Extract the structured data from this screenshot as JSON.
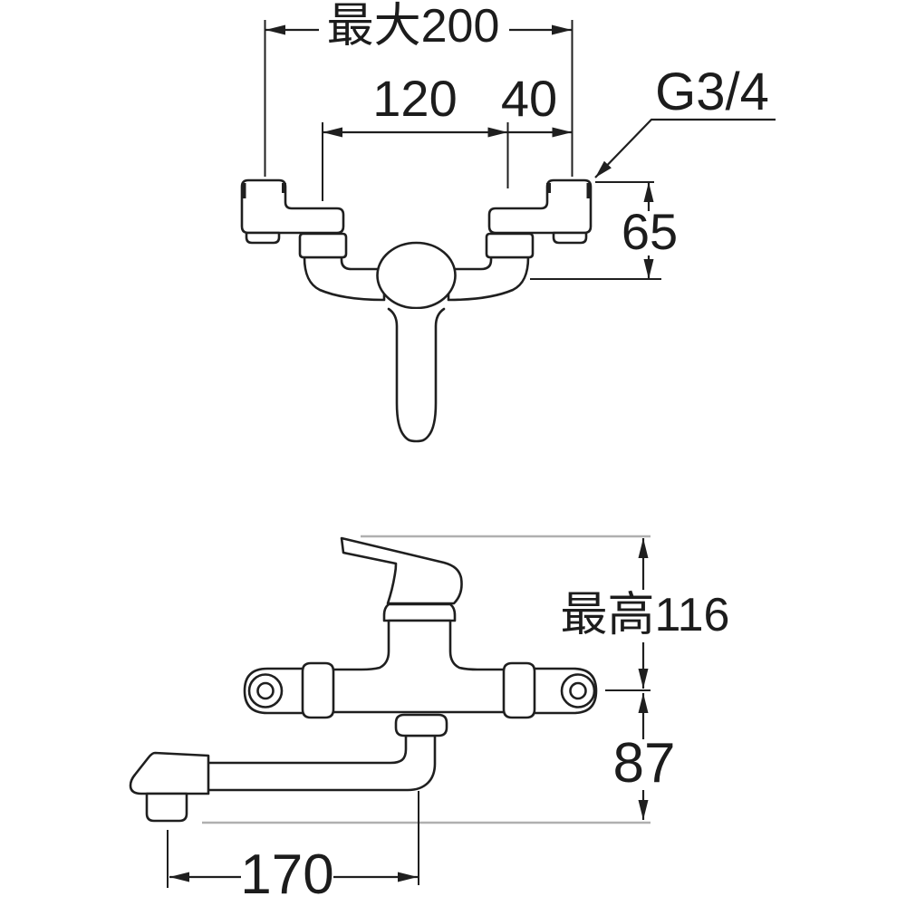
{
  "drawing": {
    "type": "faucet-dimensional-drawing",
    "views": [
      "top-view",
      "front-view"
    ],
    "labels": {
      "max_width": "最大200",
      "pipe_pitch": "120",
      "eccentric_offset": "40",
      "thread_size": "G3/4",
      "leg_height": "65",
      "max_height": "最高116",
      "spout_drop": "87",
      "spout_reach": "170"
    },
    "colors": {
      "line": "#1f1f1f",
      "extension_line_gray": "#b0b0b0",
      "background": "#ffffff"
    }
  }
}
